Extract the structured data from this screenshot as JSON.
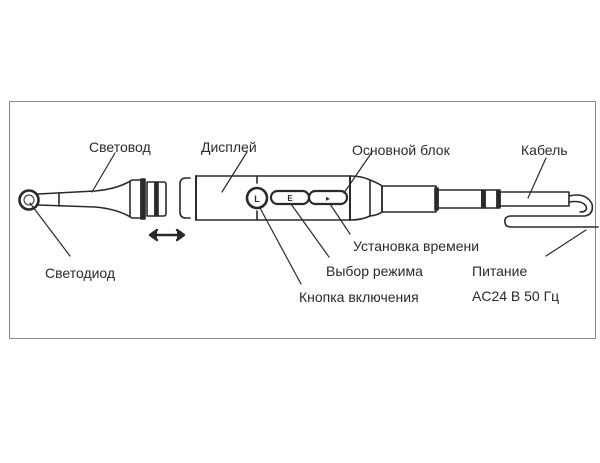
{
  "diagram": {
    "title": "",
    "labels": {
      "light_guide": "Световод",
      "led": "Светодиод",
      "display": "Дисплей",
      "main_unit": "Основной блок",
      "cable": "Кабель",
      "time_setting": "Установка времени",
      "mode_select": "Выбор режима",
      "power_button": "Кнопка включения",
      "power_supply_line1": "Питание",
      "power_supply_line2": "AC24 В 50 Гц"
    },
    "button_glyphs": {
      "power": "L",
      "mode": "E",
      "time": "▸"
    },
    "colors": {
      "stroke": "#2a2a2a",
      "frame": "#8a8a8a",
      "text": "#2a2a2a"
    }
  }
}
